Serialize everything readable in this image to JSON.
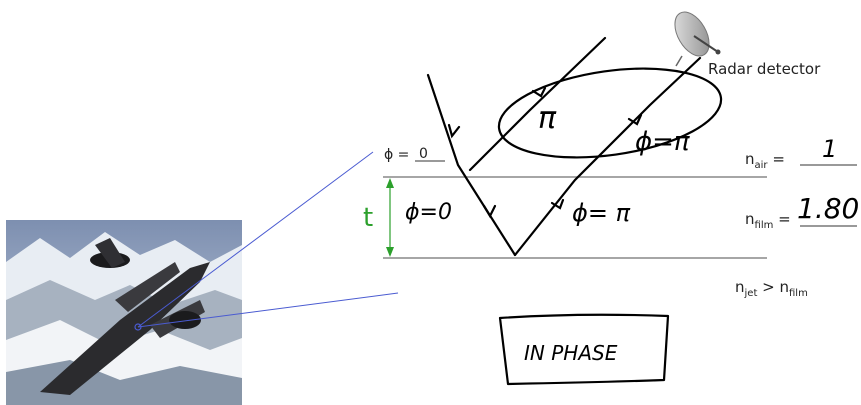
{
  "radar_label": "Radar detector",
  "phi_label": "ϕ = ",
  "phi_value": "0",
  "thickness_label": "t",
  "thickness_color": "#2ca02c",
  "n_air_sub": "air",
  "n_air_value": "1",
  "n_film_sub": "film",
  "n_film_value": "1.80",
  "n_relation": {
    "left_sub": "jet",
    "op": " > n",
    "right_sub": "film"
  },
  "n_symbol": "n",
  "eq": " =",
  "phase_annotations": {
    "reflected_pi": "π",
    "air_exit": "ϕ=π",
    "film_left": "ϕ=0",
    "film_right": "ϕ= π"
  },
  "result_box": "IN PHASE",
  "icons": [
    "radar-dish-icon",
    "jet-photo"
  ],
  "colors": {
    "zoom_line": "#4a5bd1",
    "ink": "#000000",
    "film_edge": "#888888"
  }
}
